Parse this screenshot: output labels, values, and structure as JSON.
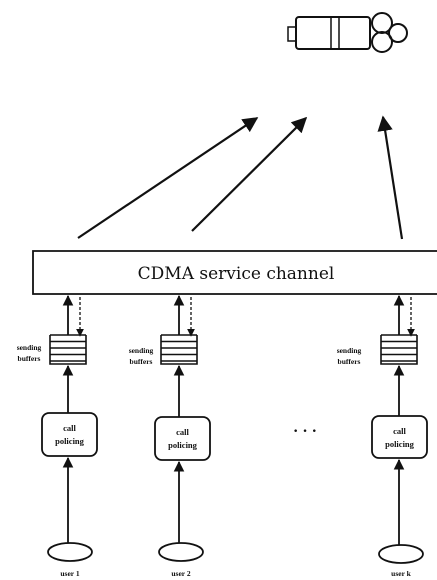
{
  "channel": {
    "label": "CDMA  service channel"
  },
  "users": [
    {
      "buffer_label_1": "sending",
      "buffer_label_2": "buffers",
      "policing_1": "call",
      "policing_2": "policing",
      "user_label": "user 1"
    },
    {
      "buffer_label_1": "sending",
      "buffer_label_2": "buffers",
      "policing_1": "call",
      "policing_2": "policing",
      "user_label": "user 2"
    },
    {
      "buffer_label_1": "sending",
      "buffer_label_2": "buffers",
      "policing_1": "call",
      "policing_2": "policing",
      "user_label": "user k"
    }
  ],
  "ellipsis": "·  ·  ·",
  "icons": {
    "satellite": "satellite-icon"
  }
}
